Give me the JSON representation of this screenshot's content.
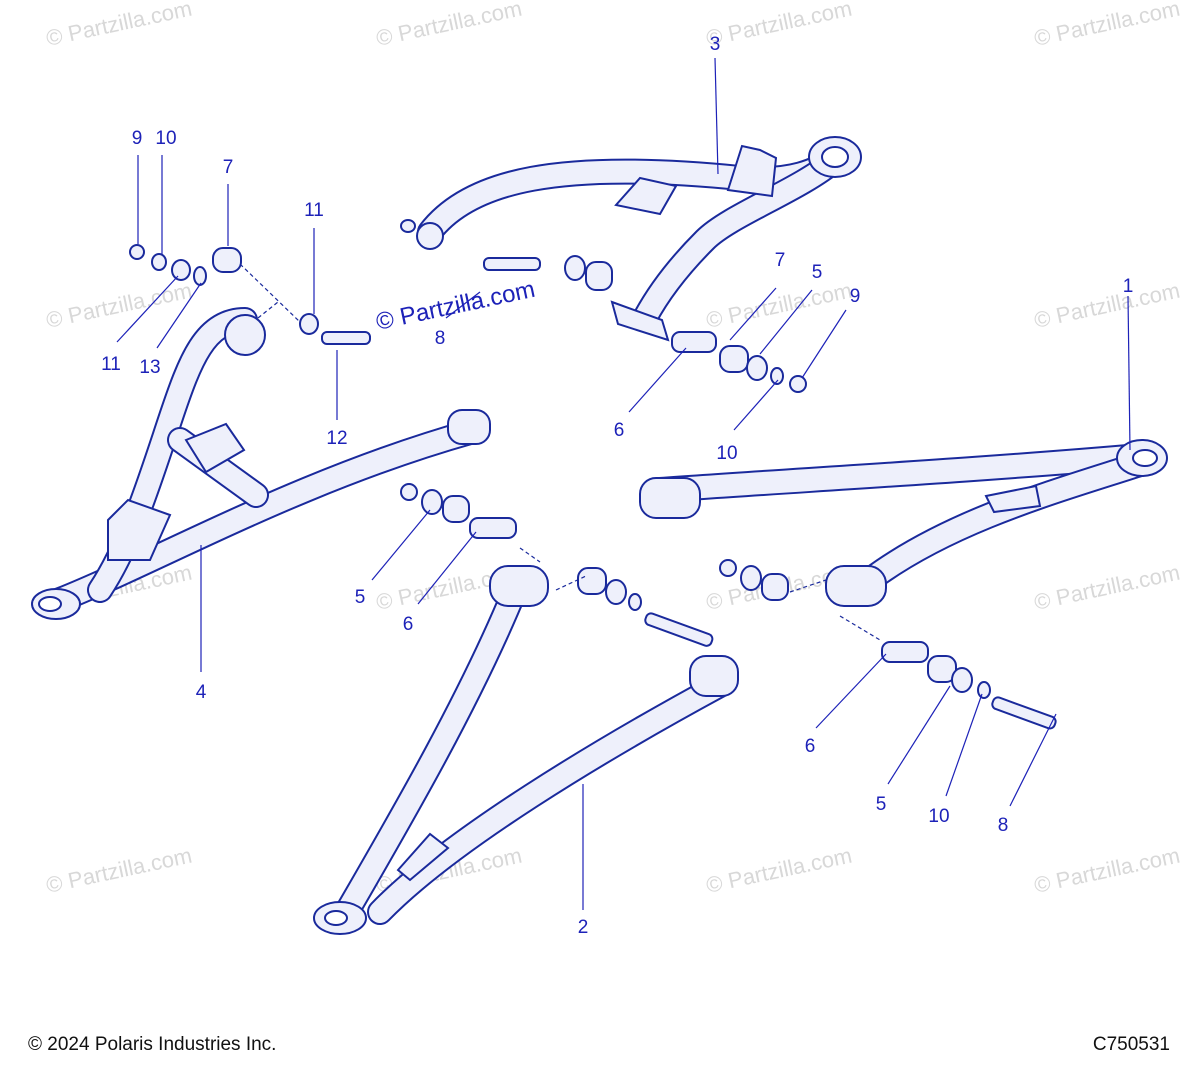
{
  "watermark": "© Partzilla.com",
  "watermark_center": "© Partzilla.com",
  "callouts": {
    "c1": "1",
    "c2": "2",
    "c3": "3",
    "c4": "4",
    "c5a": "5",
    "c5b": "5",
    "c5c": "5",
    "c6a": "6",
    "c6b": "6",
    "c6c": "6",
    "c7a": "7",
    "c7b": "7",
    "c8a": "8",
    "c8b": "8",
    "c9a": "9",
    "c9b": "9",
    "c10a": "10",
    "c10b": "10",
    "c10c": "10",
    "c11a": "11",
    "c11b": "11",
    "c12": "12",
    "c13": "13"
  },
  "footer": {
    "copyright": "© 2024 Polaris Industries Inc.",
    "diagram_id": "C750531"
  },
  "colors": {
    "callout": "#1d22b8",
    "drawing": "#1a2a9c",
    "watermark": "#d8d8d8"
  }
}
